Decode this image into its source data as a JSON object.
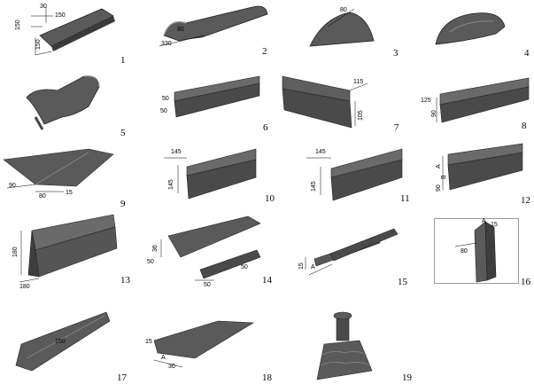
{
  "items": [
    {
      "number": "1",
      "dims": [
        "30",
        "150",
        "150",
        "150"
      ]
    },
    {
      "number": "2",
      "dims": [
        "80",
        "330"
      ]
    },
    {
      "number": "3",
      "dims": [
        "80"
      ]
    },
    {
      "number": "4",
      "dims": []
    },
    {
      "number": "5",
      "dims": []
    },
    {
      "number": "6",
      "dims": [
        "50",
        "50"
      ]
    },
    {
      "number": "7",
      "dims": [
        "115",
        "105"
      ]
    },
    {
      "number": "8",
      "dims": [
        "125",
        "90"
      ]
    },
    {
      "number": "9",
      "dims": [
        "90",
        "80",
        "15"
      ]
    },
    {
      "number": "10",
      "dims": [
        "145",
        "145"
      ]
    },
    {
      "number": "11",
      "dims": [
        "145",
        "145"
      ]
    },
    {
      "number": "12",
      "dims": [
        "A",
        "B",
        "90"
      ]
    },
    {
      "number": "13",
      "dims": [
        "180",
        "180"
      ]
    },
    {
      "number": "14",
      "dims": [
        "36",
        "50",
        "50",
        "50"
      ]
    },
    {
      "number": "15",
      "dims": [
        "15",
        "A"
      ]
    },
    {
      "number": "16",
      "dims": [
        "A",
        "15",
        "80"
      ]
    },
    {
      "number": "17",
      "dims": [
        "150"
      ]
    },
    {
      "number": "18",
      "dims": [
        "15",
        "A",
        "30"
      ]
    },
    {
      "number": "19",
      "dims": []
    }
  ],
  "colors": {
    "metal": "#5a5a5a",
    "metal_light": "#8a8a8a",
    "metal_dark": "#333333",
    "line": "#000000"
  }
}
